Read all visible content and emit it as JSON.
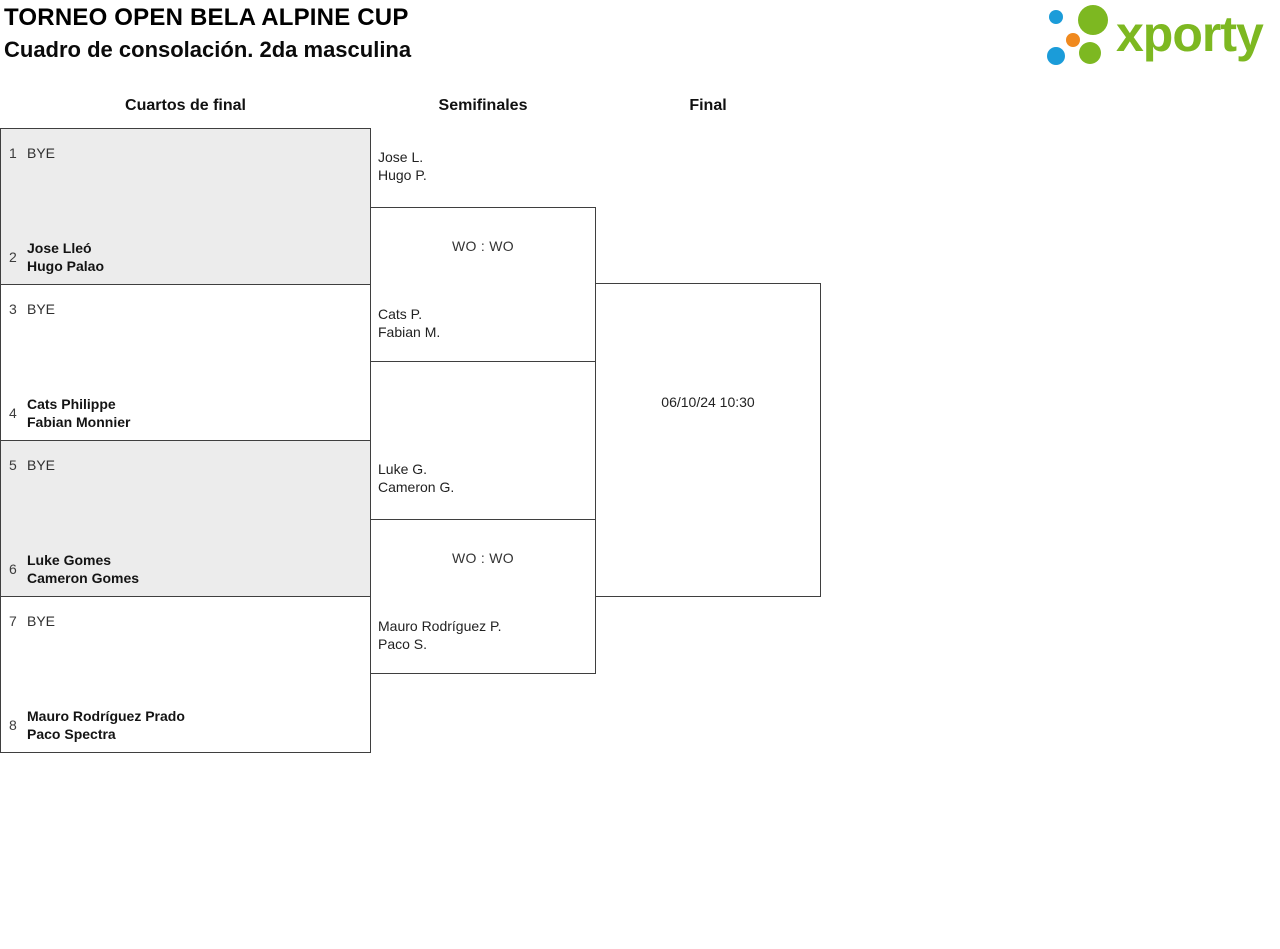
{
  "header": {
    "title": "TORNEO OPEN BELA ALPINE CUP",
    "subtitle": "Cuadro de consolación. 2da masculina",
    "logo": {
      "text": "xporty",
      "colors": {
        "green": "#7db821",
        "blue": "#1b9cd9",
        "orange": "#f0891e"
      }
    }
  },
  "rounds": [
    {
      "label": "Cuartos de final"
    },
    {
      "label": "Semifinales"
    },
    {
      "label": "Final"
    }
  ],
  "quarterfinals": [
    {
      "seed_top": "1",
      "team_top": "BYE",
      "seed_bottom": "2",
      "team_bottom": [
        "Jose Lleó",
        "Hugo Palao"
      ]
    },
    {
      "seed_top": "3",
      "team_top": "BYE",
      "seed_bottom": "4",
      "team_bottom": [
        "Cats Philippe",
        "Fabian Monnier"
      ]
    },
    {
      "seed_top": "5",
      "team_top": "BYE",
      "seed_bottom": "6",
      "team_bottom": [
        "Luke Gomes",
        "Cameron Gomes"
      ]
    },
    {
      "seed_top": "7",
      "team_top": "BYE",
      "seed_bottom": "8",
      "team_bottom": [
        "Mauro Rodríguez Prado",
        "Paco Spectra"
      ]
    }
  ],
  "semifinals": [
    {
      "team_top": [
        "Jose L.",
        "Hugo P."
      ],
      "score": "WO : WO",
      "team_bottom": [
        "Cats P.",
        "Fabian M."
      ]
    },
    {
      "team_top": [
        "Luke G.",
        "Cameron G."
      ],
      "score": "WO : WO",
      "team_bottom": [
        "Mauro Rodríguez P.",
        "Paco S."
      ]
    }
  ],
  "final": {
    "schedule": "06/10/24 10:30"
  }
}
